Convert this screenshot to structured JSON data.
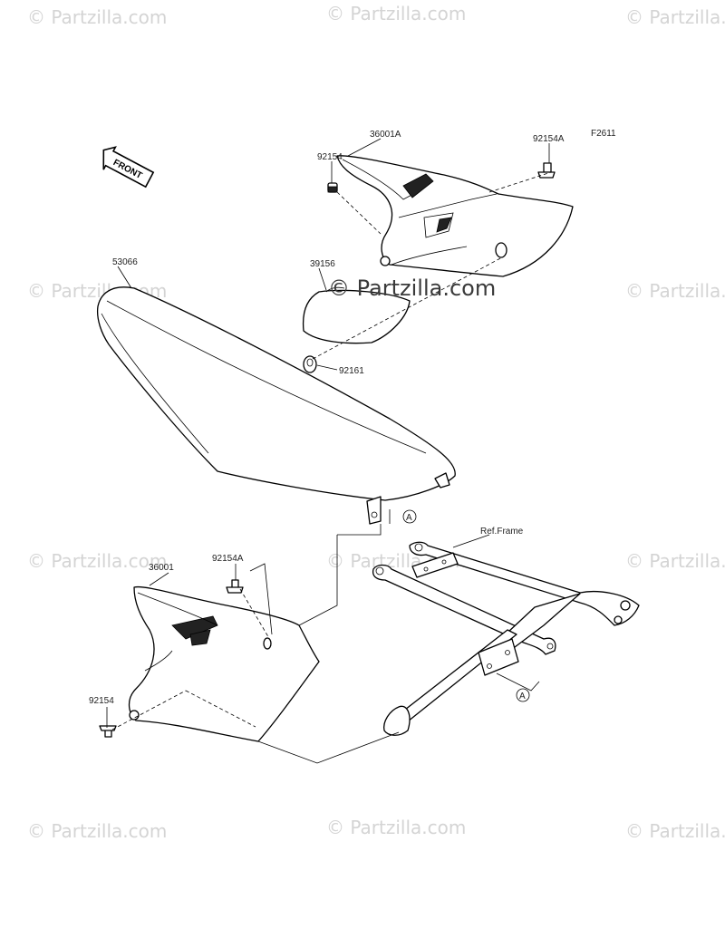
{
  "figure_code": "F2611",
  "front_badge": "FRONT",
  "ref_frame_label": "Ref.Frame",
  "connector_marker": "A",
  "watermark_text": "© Partzilla.com",
  "watermark_center_text": "© Partzilla.com",
  "parts": {
    "seat": "53066",
    "side_cover_right": "36001A",
    "side_cover_left": "36001",
    "pad": "39156",
    "bolt_a_upper": "92154A",
    "bolt_a_lower": "92154A",
    "bolt_upper": "92154",
    "bolt_lower": "92154",
    "damper": "92161"
  },
  "colors": {
    "line": "#000000",
    "watermark": "#d4d4d4",
    "background": "#ffffff"
  }
}
